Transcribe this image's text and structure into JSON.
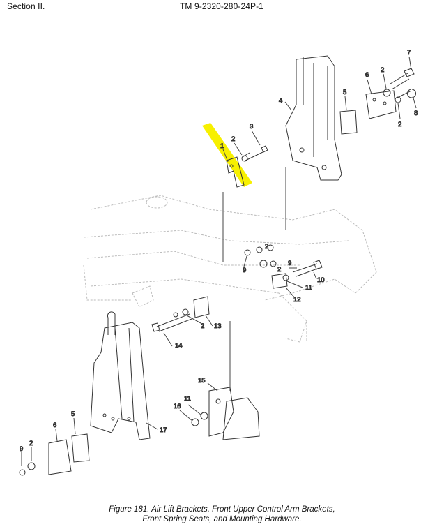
{
  "header": {
    "section": "Section II.",
    "doc_number": "TM 9-2320-280-24P-1"
  },
  "callouts": [
    "1",
    "2",
    "3",
    "4",
    "5",
    "6",
    "2",
    "7",
    "2",
    "8",
    "2",
    "9",
    "2",
    "9",
    "10",
    "11",
    "12",
    "2",
    "13",
    "14",
    "15",
    "11",
    "16",
    "17",
    "9",
    "2",
    "6",
    "5"
  ],
  "caption": {
    "line1": "Figure 181.  Air Lift Brackets, Front Upper Control Arm Brackets,",
    "line2": "Front Spring Seats, and Mounting Hardware."
  },
  "highlight_color": "#f7f000"
}
